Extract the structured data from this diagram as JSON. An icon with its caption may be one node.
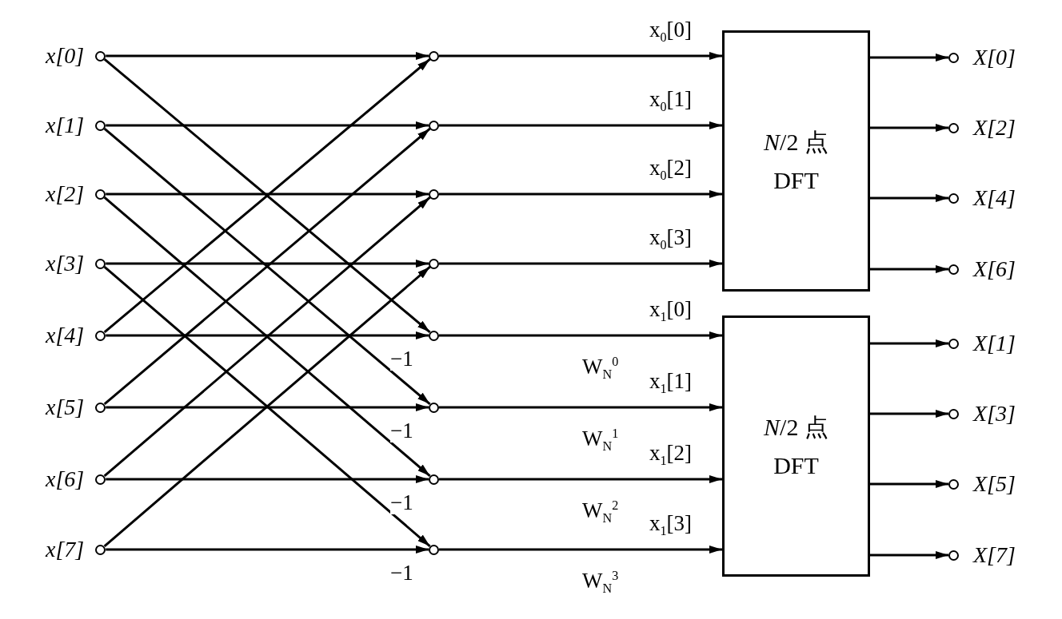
{
  "diagram": {
    "nodes": [
      {
        "text": [],
        "shape": "circle",
        "beside": [
          "x[0]"
        ]
      },
      {
        "text": [],
        "shape": "circle",
        "beside": [
          "x[1]"
        ]
      },
      {
        "text": [],
        "shape": "circle",
        "beside": [
          "x[2]"
        ]
      },
      {
        "text": [],
        "shape": "circle",
        "beside": [
          "x[3]"
        ]
      },
      {
        "text": [],
        "shape": "circle",
        "beside": [
          "x[4]"
        ]
      },
      {
        "text": [],
        "shape": "circle",
        "beside": [
          "x[5]"
        ]
      },
      {
        "text": [],
        "shape": "circle",
        "beside": [
          "x[6]"
        ]
      },
      {
        "text": [],
        "shape": "circle",
        "beside": [
          "x[7]"
        ]
      },
      {
        "text": [],
        "shape": "circle"
      },
      {
        "text": [],
        "shape": "circle"
      },
      {
        "text": [],
        "shape": "circle"
      },
      {
        "text": [],
        "shape": "circle"
      },
      {
        "text": [],
        "shape": "circle"
      },
      {
        "text": [],
        "shape": "circle"
      },
      {
        "text": [],
        "shape": "circle"
      },
      {
        "text": [],
        "shape": "circle"
      },
      {
        "text": [
          "*N*/2 点",
          "DFT"
        ]
      },
      {
        "text": [
          "*N*/2 点",
          "DFT"
        ]
      },
      {
        "text": [],
        "shape": "circle",
        "beside": [
          "X[0]"
        ]
      },
      {
        "text": [],
        "shape": "circle",
        "beside": [
          "X[2]"
        ]
      },
      {
        "text": [],
        "shape": "circle",
        "beside": [
          "X[4]"
        ]
      },
      {
        "text": [],
        "shape": "circle",
        "beside": [
          "X[6]"
        ]
      },
      {
        "text": [],
        "shape": "circle",
        "beside": [
          "X[1]"
        ]
      },
      {
        "text": [],
        "shape": "circle",
        "beside": [
          "X[3]"
        ]
      },
      {
        "text": [],
        "shape": "circle",
        "beside": [
          "X[5]"
        ]
      },
      {
        "text": [],
        "shape": "circle",
        "beside": [
          "X[7]"
        ]
      }
    ],
    "edges": [
      {
        "from": 0,
        "to": 8,
        "arrow": "to"
      },
      {
        "from": 0,
        "to": 12,
        "arrow": "to"
      },
      {
        "from": 1,
        "to": 9,
        "arrow": "to"
      },
      {
        "from": 1,
        "to": 13,
        "arrow": "to"
      },
      {
        "from": 2,
        "to": 10,
        "arrow": "to"
      },
      {
        "from": 2,
        "to": 14,
        "arrow": "to"
      },
      {
        "from": 3,
        "to": 11,
        "arrow": "to"
      },
      {
        "from": 3,
        "to": 15,
        "arrow": "to"
      },
      {
        "from": 4,
        "to": 12,
        "arrow": "to",
        "label": "−1"
      },
      {
        "from": 4,
        "to": 8,
        "arrow": "to"
      },
      {
        "from": 5,
        "to": 13,
        "arrow": "to",
        "label": "−1"
      },
      {
        "from": 5,
        "to": 9,
        "arrow": "to"
      },
      {
        "from": 6,
        "to": 14,
        "arrow": "to",
        "label": "−1"
      },
      {
        "from": 6,
        "to": 10,
        "arrow": "to"
      },
      {
        "from": 7,
        "to": 15,
        "arrow": "to",
        "label": "−1"
      },
      {
        "from": 7,
        "to": 11,
        "arrow": "to"
      },
      {
        "from": 8,
        "to": 16,
        "arrow": "to"
      },
      {
        "from": 9,
        "to": 16,
        "arrow": "to"
      },
      {
        "from": 10,
        "to": 16,
        "arrow": "to"
      },
      {
        "from": 11,
        "to": 16,
        "arrow": "to"
      },
      {
        "from": 12,
        "to": 17,
        "arrow": "to",
        "label": "W$_{N}$$^{0}$"
      },
      {
        "from": 13,
        "to": 17,
        "arrow": "to",
        "label": "W$_{N}$$^{1}$"
      },
      {
        "from": 14,
        "to": 17,
        "arrow": "to",
        "label": "W$_{N}$$^{2}$"
      },
      {
        "from": 15,
        "to": 17,
        "arrow": "to",
        "label": "W$_{N}$$^{3}$"
      },
      {
        "from": 16,
        "to": 18,
        "arrow": "to"
      },
      {
        "from": 16,
        "to": 19,
        "arrow": "to"
      },
      {
        "from": 16,
        "to": 20,
        "arrow": "to"
      },
      {
        "from": 16,
        "to": 21,
        "arrow": "to"
      },
      {
        "from": 17,
        "to": 22,
        "arrow": "to"
      },
      {
        "from": 17,
        "to": 23,
        "arrow": "to"
      },
      {
        "from": 17,
        "to": 24,
        "arrow": "to"
      },
      {
        "from": 17,
        "to": 25,
        "arrow": "to"
      }
    ],
    "labels": [
      "x$_{0}$[0]",
      "x$_{0}$[1]",
      "x$_{0}$[2]",
      "x$_{0}$[3]",
      "x$_{1}$[0]",
      "x$_{1}$[1]",
      "x$_{1}$[2]",
      "x$_{1}$[3]"
    ]
  }
}
